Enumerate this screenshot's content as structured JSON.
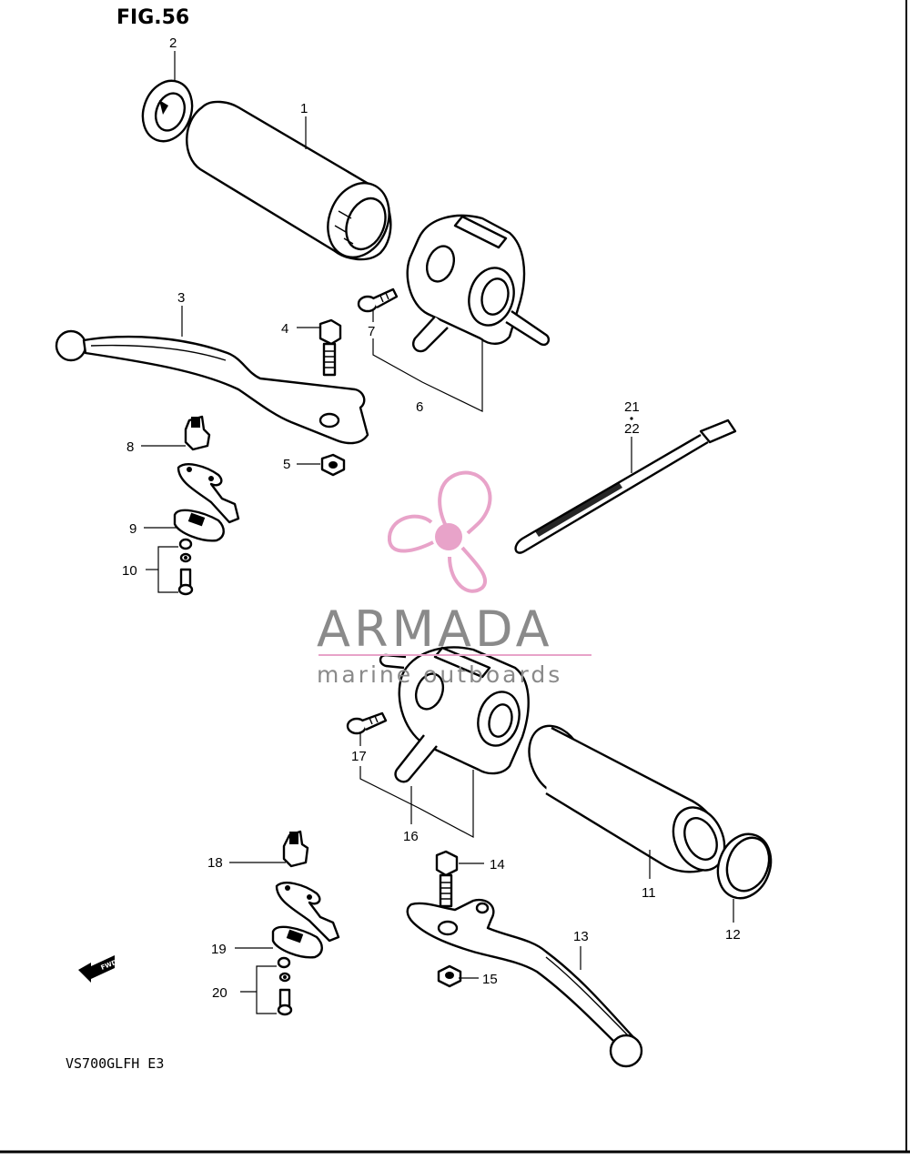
{
  "figure": {
    "title": "FIG.56",
    "model": "VS700GLFH E3",
    "fwd_marker": "FWD"
  },
  "watermark": {
    "brand": "ARMADA",
    "tagline": "marine outboards",
    "accent_color": "#e8a3c9",
    "text_color": "#8a8a8a"
  },
  "callouts": [
    {
      "id": "c1",
      "label": "1"
    },
    {
      "id": "c2",
      "label": "2"
    },
    {
      "id": "c3",
      "label": "3"
    },
    {
      "id": "c4",
      "label": "4"
    },
    {
      "id": "c5",
      "label": "5"
    },
    {
      "id": "c6",
      "label": "6"
    },
    {
      "id": "c7",
      "label": "7"
    },
    {
      "id": "c8",
      "label": "8"
    },
    {
      "id": "c9",
      "label": "9"
    },
    {
      "id": "c10",
      "label": "10"
    },
    {
      "id": "c11",
      "label": "11"
    },
    {
      "id": "c12",
      "label": "12"
    },
    {
      "id": "c13",
      "label": "13"
    },
    {
      "id": "c14",
      "label": "14"
    },
    {
      "id": "c15",
      "label": "15"
    },
    {
      "id": "c16",
      "label": "16"
    },
    {
      "id": "c17",
      "label": "17"
    },
    {
      "id": "c18",
      "label": "18"
    },
    {
      "id": "c19",
      "label": "19"
    },
    {
      "id": "c20",
      "label": "20"
    },
    {
      "id": "c21",
      "label": "21"
    },
    {
      "id": "c22",
      "label": "22"
    }
  ]
}
